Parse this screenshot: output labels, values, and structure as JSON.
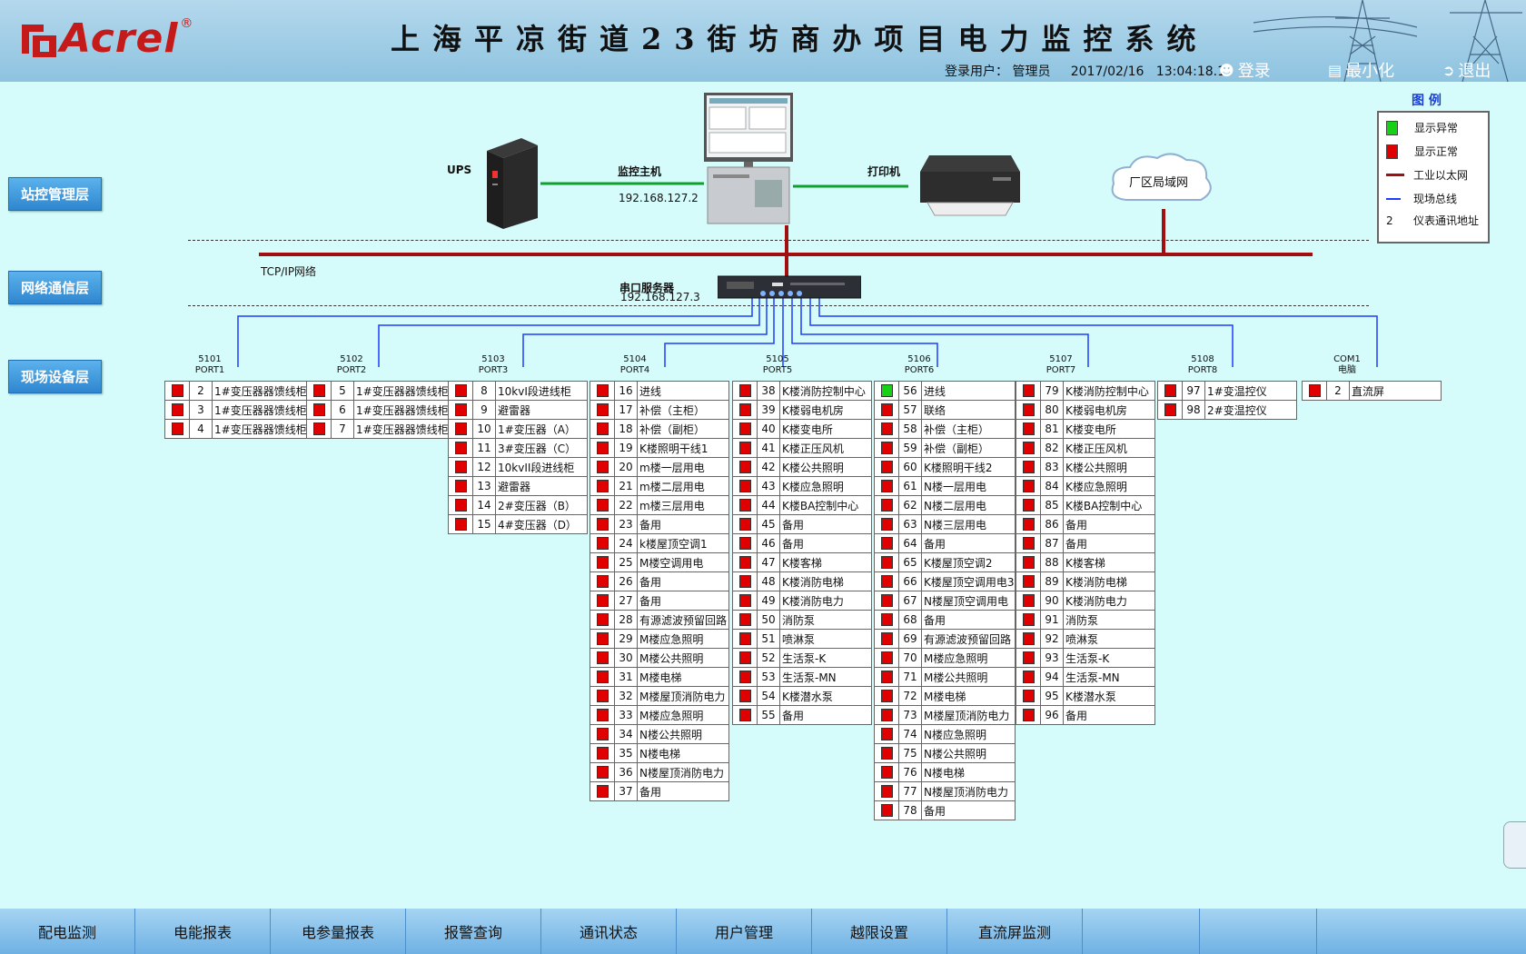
{
  "header": {
    "brand": "Acrel",
    "brand_reg": "®",
    "title": "上海平凉街道23街坊商办项目电力监控系统",
    "user_label": "登录用户：",
    "user_name": "管理员",
    "date": "2017/02/16",
    "time": "13:04:18.1",
    "login": "登录",
    "minimize": "最小化",
    "exit": "退出"
  },
  "layers": {
    "station": "站控管理层",
    "network": "网络通信层",
    "field": "现场设备层"
  },
  "devices": {
    "ups": "UPS",
    "host": "监控主机",
    "host_ip": "192.168.127.2",
    "printer": "打印机",
    "lan": "厂区局域网",
    "tcpip": "TCP/IP网络",
    "serial": "串口服务器",
    "serial_ip": "192.168.127.3"
  },
  "legend": {
    "title": "图 例",
    "abnormal": "显示异常",
    "normal": "显示正常",
    "ethernet": "工业以太网",
    "fieldbus": "现场总线",
    "addr_num": "2",
    "addr": "仪表通讯地址"
  },
  "colors": {
    "abnormal": "#17d117",
    "normal": "#e00000",
    "ethernet": "#a01010",
    "fieldbus": "#1f3cff",
    "host_link": "#10a030"
  },
  "ports": [
    {
      "id": "5101",
      "port": "PORT1",
      "rows": [
        {
          "addr": "2",
          "name": "1#变压器器馈线柜"
        },
        {
          "addr": "3",
          "name": "1#变压器器馈线柜"
        },
        {
          "addr": "4",
          "name": "1#变压器器馈线柜"
        }
      ]
    },
    {
      "id": "5102",
      "port": "PORT2",
      "rows": [
        {
          "addr": "5",
          "name": "1#变压器器馈线柜"
        },
        {
          "addr": "6",
          "name": "1#变压器器馈线柜"
        },
        {
          "addr": "7",
          "name": "1#变压器器馈线柜"
        }
      ]
    },
    {
      "id": "5103",
      "port": "PORT3",
      "rows": [
        {
          "addr": "8",
          "name": "10kvI段进线柜"
        },
        {
          "addr": "9",
          "name": "避雷器"
        },
        {
          "addr": "10",
          "name": "1#变压器（A）"
        },
        {
          "addr": "11",
          "name": "3#变压器（C）"
        },
        {
          "addr": "12",
          "name": "10kvII段进线柜"
        },
        {
          "addr": "13",
          "name": "避雷器"
        },
        {
          "addr": "14",
          "name": "2#变压器（B）"
        },
        {
          "addr": "15",
          "name": "4#变压器（D）"
        }
      ]
    },
    {
      "id": "5104",
      "port": "PORT4",
      "rows": [
        {
          "addr": "16",
          "name": "进线"
        },
        {
          "addr": "17",
          "name": "补偿（主柜）"
        },
        {
          "addr": "18",
          "name": "补偿（副柜）"
        },
        {
          "addr": "19",
          "name": "K楼照明干线1"
        },
        {
          "addr": "20",
          "name": "m楼一层用电"
        },
        {
          "addr": "21",
          "name": "m楼二层用电"
        },
        {
          "addr": "22",
          "name": "m楼三层用电"
        },
        {
          "addr": "23",
          "name": "备用"
        },
        {
          "addr": "24",
          "name": "k楼屋顶空调1"
        },
        {
          "addr": "25",
          "name": "M楼空调用电"
        },
        {
          "addr": "26",
          "name": "备用"
        },
        {
          "addr": "27",
          "name": "备用"
        },
        {
          "addr": "28",
          "name": "有源滤波预留回路"
        },
        {
          "addr": "29",
          "name": "M楼应急照明"
        },
        {
          "addr": "30",
          "name": "M楼公共照明"
        },
        {
          "addr": "31",
          "name": "M楼电梯"
        },
        {
          "addr": "32",
          "name": "M楼屋顶消防电力"
        },
        {
          "addr": "33",
          "name": "M楼应急照明"
        },
        {
          "addr": "34",
          "name": "N楼公共照明"
        },
        {
          "addr": "35",
          "name": "N楼电梯"
        },
        {
          "addr": "36",
          "name": "N楼屋顶消防电力"
        },
        {
          "addr": "37",
          "name": "备用"
        }
      ]
    },
    {
      "id": "5105",
      "port": "PORT5",
      "rows": [
        {
          "addr": "38",
          "name": "K楼消防控制中心"
        },
        {
          "addr": "39",
          "name": "K楼弱电机房"
        },
        {
          "addr": "40",
          "name": "K楼变电所"
        },
        {
          "addr": "41",
          "name": "K楼正压风机"
        },
        {
          "addr": "42",
          "name": "K楼公共照明"
        },
        {
          "addr": "43",
          "name": "K楼应急照明"
        },
        {
          "addr": "44",
          "name": "K楼BA控制中心"
        },
        {
          "addr": "45",
          "name": "备用"
        },
        {
          "addr": "46",
          "name": "备用"
        },
        {
          "addr": "47",
          "name": "K楼客梯"
        },
        {
          "addr": "48",
          "name": "K楼消防电梯"
        },
        {
          "addr": "49",
          "name": "K楼消防电力"
        },
        {
          "addr": "50",
          "name": "消防泵"
        },
        {
          "addr": "51",
          "name": "喷淋泵"
        },
        {
          "addr": "52",
          "name": "生活泵-K"
        },
        {
          "addr": "53",
          "name": "生活泵-MN"
        },
        {
          "addr": "54",
          "name": "K楼潜水泵"
        },
        {
          "addr": "55",
          "name": "备用"
        }
      ]
    },
    {
      "id": "5106",
      "port": "PORT6",
      "rows": [
        {
          "addr": "56",
          "name": "进线",
          "ok": true
        },
        {
          "addr": "57",
          "name": "联络"
        },
        {
          "addr": "58",
          "name": "补偿（主柜）"
        },
        {
          "addr": "59",
          "name": "补偿（副柜）"
        },
        {
          "addr": "60",
          "name": "K楼照明干线2"
        },
        {
          "addr": "61",
          "name": "N楼一层用电"
        },
        {
          "addr": "62",
          "name": "N楼二层用电"
        },
        {
          "addr": "63",
          "name": "N楼三层用电"
        },
        {
          "addr": "64",
          "name": "备用"
        },
        {
          "addr": "65",
          "name": "K楼屋顶空调2"
        },
        {
          "addr": "66",
          "name": "K楼屋顶空调用电3"
        },
        {
          "addr": "67",
          "name": "N楼屋顶空调用电"
        },
        {
          "addr": "68",
          "name": "备用"
        },
        {
          "addr": "69",
          "name": "有源滤波预留回路"
        },
        {
          "addr": "70",
          "name": "M楼应急照明"
        },
        {
          "addr": "71",
          "name": "M楼公共照明"
        },
        {
          "addr": "72",
          "name": "M楼电梯"
        },
        {
          "addr": "73",
          "name": "M楼屋顶消防电力"
        },
        {
          "addr": "74",
          "name": "N楼应急照明"
        },
        {
          "addr": "75",
          "name": "N楼公共照明"
        },
        {
          "addr": "76",
          "name": "N楼电梯"
        },
        {
          "addr": "77",
          "name": "N楼屋顶消防电力"
        },
        {
          "addr": "78",
          "name": "备用"
        }
      ]
    },
    {
      "id": "5107",
      "port": "PORT7",
      "rows": [
        {
          "addr": "79",
          "name": "K楼消防控制中心"
        },
        {
          "addr": "80",
          "name": "K楼弱电机房"
        },
        {
          "addr": "81",
          "name": "K楼变电所"
        },
        {
          "addr": "82",
          "name": "K楼正压风机"
        },
        {
          "addr": "83",
          "name": "K楼公共照明"
        },
        {
          "addr": "84",
          "name": "K楼应急照明"
        },
        {
          "addr": "85",
          "name": "K楼BA控制中心"
        },
        {
          "addr": "86",
          "name": "备用"
        },
        {
          "addr": "87",
          "name": "备用"
        },
        {
          "addr": "88",
          "name": "K楼客梯"
        },
        {
          "addr": "89",
          "name": "K楼消防电梯"
        },
        {
          "addr": "90",
          "name": "K楼消防电力"
        },
        {
          "addr": "91",
          "name": "消防泵"
        },
        {
          "addr": "92",
          "name": "喷淋泵"
        },
        {
          "addr": "93",
          "name": "生活泵-K"
        },
        {
          "addr": "94",
          "name": "生活泵-MN"
        },
        {
          "addr": "95",
          "name": "K楼潜水泵"
        },
        {
          "addr": "96",
          "name": "备用"
        }
      ]
    },
    {
      "id": "5108",
      "port": "PORT8",
      "rows": [
        {
          "addr": "97",
          "name": "1#变温控仪"
        },
        {
          "addr": "98",
          "name": "2#变温控仪"
        }
      ]
    },
    {
      "id": "COM1",
      "port": "电脑",
      "rows": [
        {
          "addr": "2",
          "name": "直流屏"
        }
      ]
    }
  ],
  "nav": [
    "配电监测",
    "电能报表",
    "电参量报表",
    "报警查询",
    "通讯状态",
    "用户管理",
    "越限设置",
    "直流屏监测"
  ]
}
